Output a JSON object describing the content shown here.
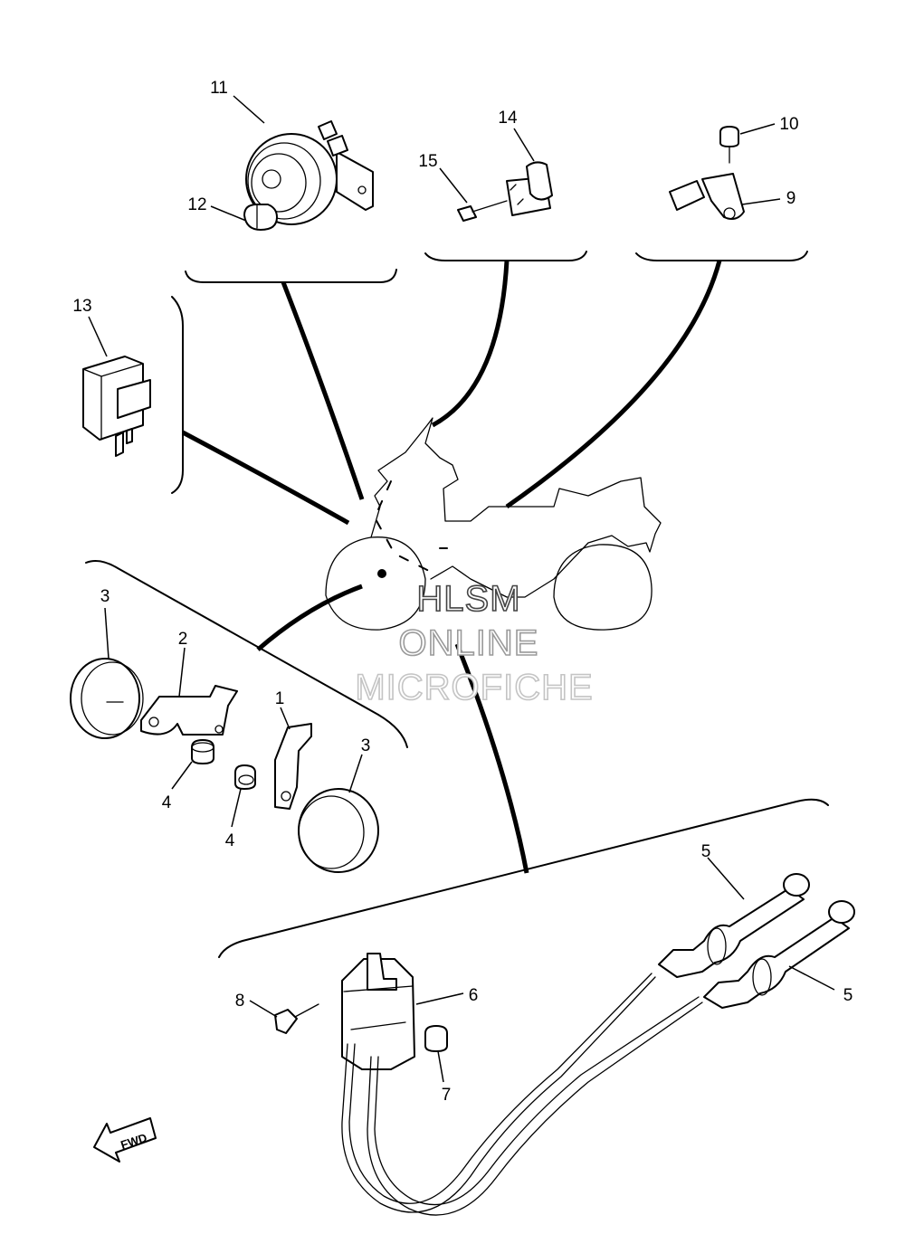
{
  "callouts": [
    {
      "id": "c1",
      "text": "1"
    },
    {
      "id": "c2",
      "text": "2"
    },
    {
      "id": "c3a",
      "text": "3"
    },
    {
      "id": "c3b",
      "text": "3"
    },
    {
      "id": "c4a",
      "text": "4"
    },
    {
      "id": "c4b",
      "text": "4"
    },
    {
      "id": "c5a",
      "text": "5"
    },
    {
      "id": "c5b",
      "text": "5"
    },
    {
      "id": "c6",
      "text": "6"
    },
    {
      "id": "c7",
      "text": "7"
    },
    {
      "id": "c8",
      "text": "8"
    },
    {
      "id": "c9",
      "text": "9"
    },
    {
      "id": "c10",
      "text": "10"
    },
    {
      "id": "c11",
      "text": "11"
    },
    {
      "id": "c12",
      "text": "12"
    },
    {
      "id": "c13",
      "text": "13"
    },
    {
      "id": "c14",
      "text": "14"
    },
    {
      "id": "c15",
      "text": "15"
    }
  ],
  "watermark": {
    "line1": "HLSM",
    "line2": "ONLINE",
    "line3": "MICROFICHE"
  },
  "direction_arrow": {
    "label": "FWD"
  }
}
